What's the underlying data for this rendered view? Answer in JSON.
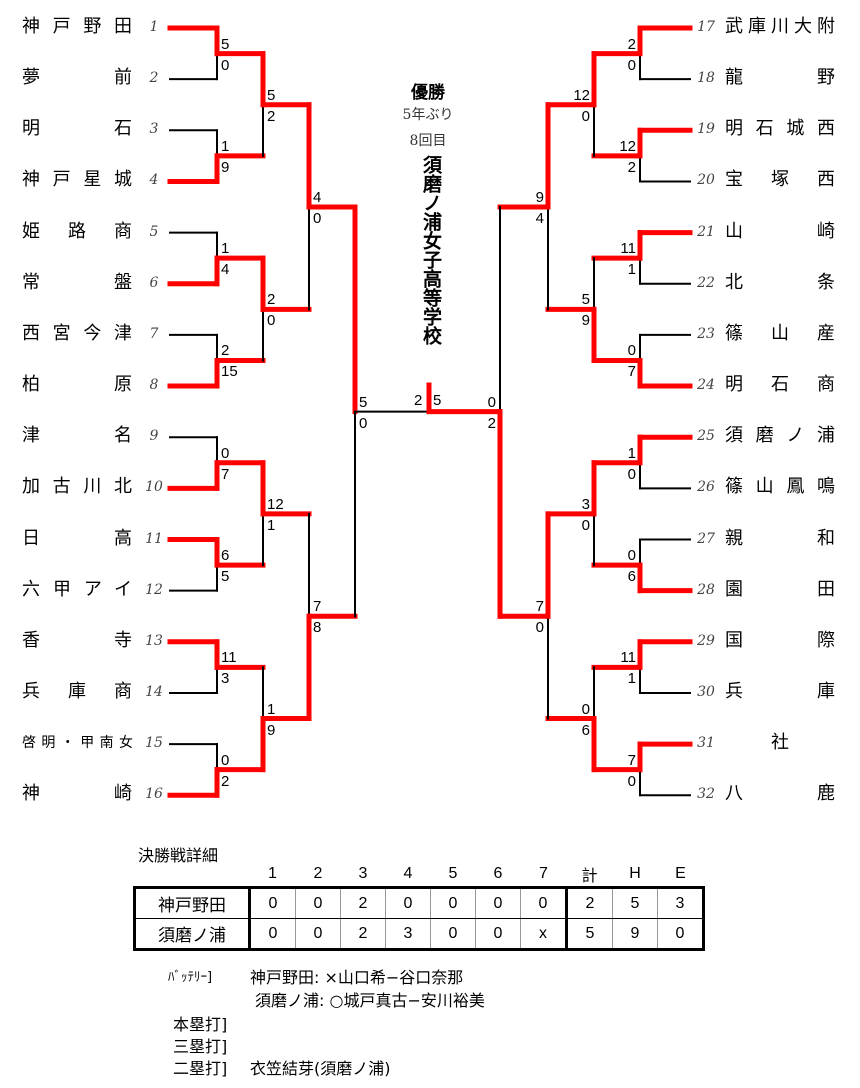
{
  "colors": {
    "winner_line": "#ff0000",
    "line": "#000000"
  },
  "champion": {
    "title": "優勝",
    "years": "5年ぶり",
    "count": "8回目",
    "name": "須磨ノ浦女子高等学校"
  },
  "left": {
    "teams": [
      {
        "seed": "1",
        "name": "神戸野田"
      },
      {
        "seed": "2",
        "name": "夢前"
      },
      {
        "seed": "3",
        "name": "明石"
      },
      {
        "seed": "4",
        "name": "神戸星城"
      },
      {
        "seed": "5",
        "name": "姫路商"
      },
      {
        "seed": "6",
        "name": "常盤"
      },
      {
        "seed": "7",
        "name": "西宮今津"
      },
      {
        "seed": "8",
        "name": "柏原"
      },
      {
        "seed": "9",
        "name": "津名"
      },
      {
        "seed": "10",
        "name": "加古川北"
      },
      {
        "seed": "11",
        "name": "日高"
      },
      {
        "seed": "12",
        "name": "六甲アイ"
      },
      {
        "seed": "13",
        "name": "香寺"
      },
      {
        "seed": "14",
        "name": "兵庫商"
      },
      {
        "seed": "15",
        "name": "啓明・甲南女"
      },
      {
        "seed": "16",
        "name": "神崎"
      }
    ],
    "rounds": [
      [
        [
          "5",
          "0"
        ],
        [
          "1",
          "9"
        ],
        [
          "1",
          "4"
        ],
        [
          "2",
          "15"
        ],
        [
          "0",
          "7"
        ],
        [
          "6",
          "5"
        ],
        [
          "11",
          "3"
        ],
        [
          "0",
          "2"
        ]
      ],
      [
        [
          "5",
          "2"
        ],
        [
          "2",
          "0"
        ],
        [
          "12",
          "1"
        ],
        [
          "1",
          "9"
        ]
      ],
      [
        [
          "4",
          "0"
        ],
        [
          "7",
          "8"
        ]
      ],
      [
        [
          "5",
          "0"
        ]
      ]
    ]
  },
  "right": {
    "teams": [
      {
        "seed": "17",
        "name": "武庫川大附"
      },
      {
        "seed": "18",
        "name": "龍野"
      },
      {
        "seed": "19",
        "name": "明石城西"
      },
      {
        "seed": "20",
        "name": "宝塚西"
      },
      {
        "seed": "21",
        "name": "山崎"
      },
      {
        "seed": "22",
        "name": "北条"
      },
      {
        "seed": "23",
        "name": "篠山産"
      },
      {
        "seed": "24",
        "name": "明石商"
      },
      {
        "seed": "25",
        "name": "須磨ノ浦"
      },
      {
        "seed": "26",
        "name": "篠山鳳鳴"
      },
      {
        "seed": "27",
        "name": "親和"
      },
      {
        "seed": "28",
        "name": "園田"
      },
      {
        "seed": "29",
        "name": "国際"
      },
      {
        "seed": "30",
        "name": "兵庫"
      },
      {
        "seed": "31",
        "name": "社"
      },
      {
        "seed": "32",
        "name": "八鹿"
      }
    ],
    "rounds": [
      [
        [
          "2",
          "0"
        ],
        [
          "12",
          "2"
        ],
        [
          "11",
          "1"
        ],
        [
          "0",
          "7"
        ],
        [
          "1",
          "0"
        ],
        [
          "0",
          "6"
        ],
        [
          "11",
          "1"
        ],
        [
          "7",
          "0"
        ]
      ],
      [
        [
          "12",
          "0"
        ],
        [
          "5",
          "9"
        ],
        [
          "3",
          "0"
        ],
        [
          "0",
          "6"
        ]
      ],
      [
        [
          "9",
          "4"
        ],
        [
          "7",
          "0"
        ]
      ],
      [
        [
          "0",
          "2"
        ]
      ]
    ]
  },
  "final": {
    "left_score": "2",
    "right_score": "5"
  },
  "final_detail": {
    "title": "決勝戦詳細",
    "headers": [
      "1",
      "2",
      "3",
      "4",
      "5",
      "6",
      "7",
      "計",
      "H",
      "E"
    ],
    "rows": [
      {
        "team": "神戸野田",
        "cells": [
          "0",
          "0",
          "2",
          "0",
          "0",
          "0",
          "0",
          "2",
          "5",
          "3"
        ]
      },
      {
        "team": "須磨ノ浦",
        "cells": [
          "0",
          "0",
          "2",
          "3",
          "0",
          "0",
          "x",
          "5",
          "9",
          "0"
        ]
      }
    ]
  },
  "notes": {
    "battery_label": "ﾊﾞｯﾃﾘｰ]",
    "battery1": "神戸野田: ×山口希−谷口奈那",
    "battery2": "須磨ノ浦: ○城戸真古−安川裕美",
    "hr_label": "本塁打]",
    "triple_label": "三塁打]",
    "double_label": "二塁打]",
    "double_value": "衣笠結芽(須磨ノ浦)"
  }
}
